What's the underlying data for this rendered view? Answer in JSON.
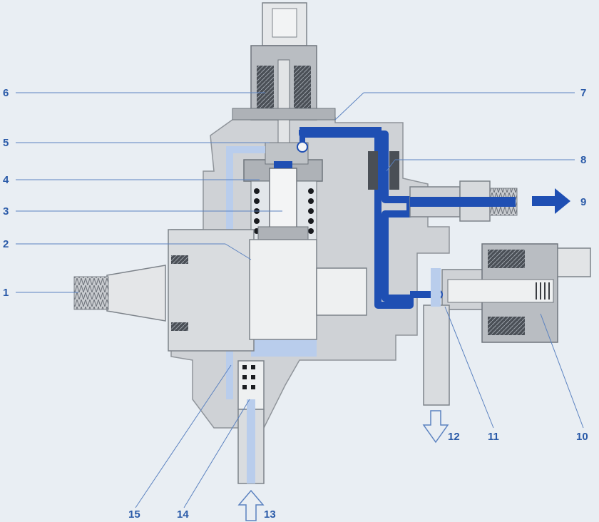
{
  "colors": {
    "background": "#e9eef3",
    "housing": "#cfd2d6",
    "housing_dark": "#a9adb3",
    "high_pressure": "#1f4fb3",
    "low_pressure": "#b9cdec",
    "label": "#2a5aa8"
  },
  "labels": {
    "n1": "1",
    "n2": "2",
    "n3": "3",
    "n4": "4",
    "n5": "5",
    "n6": "6",
    "n7": "7",
    "n8": "8",
    "n9": "9",
    "n10": "10",
    "n11": "11",
    "n12": "12",
    "n13": "13",
    "n14": "14",
    "n15": "15"
  },
  "arrows": {
    "outlet_9": "high-pressure-outlet-arrow",
    "return_12": "return-arrow",
    "inlet_13": "fuel-inlet-arrow"
  }
}
